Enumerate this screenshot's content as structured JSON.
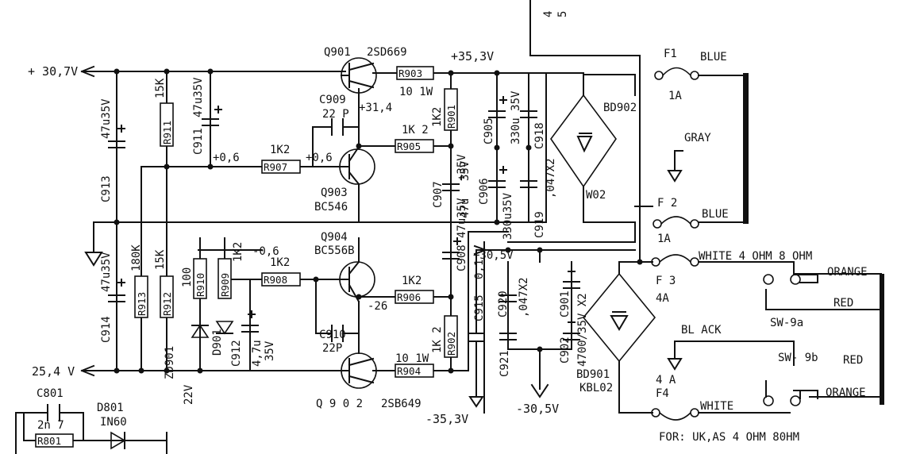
{
  "rails": {
    "pos_in": "+ 30,7V",
    "neg_in": "25,4 V",
    "pos_out": "+35,3V",
    "neg_out": "-35,3V",
    "pos_aux": "+30,5V",
    "neg_aux": "-30,5V"
  },
  "transistors": {
    "q901": "Q901",
    "q901_part": "2SD669",
    "q902": "Q 9 0 2",
    "q902_part": "2SB649",
    "q903": "Q903",
    "q903_part": "BC546",
    "q904": "Q904",
    "q904_part": "BC556B"
  },
  "resistors": {
    "r903": "R903",
    "r903_val": "10 1W",
    "r904": "R904",
    "r904_val": "10 1W",
    "r901": "R901",
    "r901_val": "1K2",
    "r902": "R902",
    "r902_val": "1K 2",
    "r905": "R905",
    "r905_val": "1K 2",
    "r906": "R906",
    "r906_val": "1K2",
    "r907": "R907",
    "r907_val": "1K2",
    "r908": "R908",
    "r908_val": "1K2",
    "r909": "R909",
    "r909_val": "1K2",
    "r910": "R910",
    "r910_val": "100",
    "r911": "R911",
    "r911_val": "15K",
    "r912": "R912",
    "r912_val": "15K",
    "r913": "R913",
    "r913_val": "180K",
    "r801": "R801"
  },
  "capacitors": {
    "c909": "C909",
    "c909_val": "22 P",
    "c910": "C910",
    "c910_val": "22P",
    "c911": "C911",
    "c911_val": "47u35V",
    "c912": "C912",
    "c912_val": "4,7u",
    "c912_v": "35V",
    "c913": "C913",
    "c913_val": "47u35V",
    "c914": "C914",
    "c914_val": "47u35V",
    "c905": "C905",
    "c905_val": "330u 35V",
    "c906": "C906",
    "c906_val": "330u35V",
    "c907": "C907",
    "c907_val": "47u",
    "c907_v": "35V",
    "c908": "C908",
    "c908_val": "47u35V",
    "c918": "C918",
    "c919": "C919",
    "c918_919_val": ",047X2",
    "c915": "C915",
    "c915_val": "0,1",
    "c920": "C920",
    "c920_val": ",047X2",
    "c921": "C921",
    "c901": "C901",
    "c902": "C902",
    "c901_902_val": "4700/35V X2",
    "c801": "C801",
    "c801_val": "2n 7"
  },
  "voltages": {
    "v_31_4": "+31,4",
    "v_0_6a": "+0,6",
    "v_0_6b": "+0,6",
    "v_neg_0_6": "-0,6",
    "v_neg_26": "-26",
    "v_plus_35": "+35V"
  },
  "diodes": {
    "zd901": "ZD901",
    "zd901_val": "22V",
    "d901": "D901",
    "d801": "D801",
    "d801_part": "IN60"
  },
  "bridges": {
    "bd902": "BD902",
    "bd902_part": "W02",
    "bd901": "BD901",
    "bd901_part": "KBL02"
  },
  "fuses": {
    "f1": "F1",
    "f1_val": "1A",
    "f2": "F 2",
    "f2_val": "1A",
    "f3": "F 3",
    "f3_val": "4A",
    "f4": "F4",
    "f4_val": "4 A"
  },
  "wires": {
    "blue1": "BLUE",
    "blue2": "BLUE",
    "gray": "GRAY",
    "white_top": "WHITE 4 OHM 8 OHM",
    "orange_top": "ORANGE",
    "red_top": "RED",
    "sw9a": "SW-9a",
    "black": "BL ACK",
    "sw9b": "SW- 9b",
    "red_bottom": "RED",
    "orange_bottom": "ORANGE",
    "white_bottom": "WHITE"
  },
  "notes": {
    "bottom_note": "FOR: UK,AS  4 OHM  80HM",
    "top_fragment_a": "4",
    "top_fragment_b": "5"
  }
}
